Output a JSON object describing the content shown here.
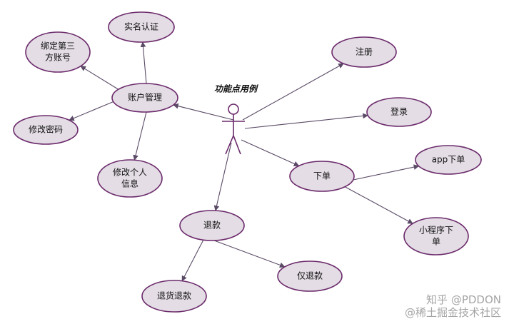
{
  "colors": {
    "node_fill": "#e4dde5",
    "node_stroke": "#6b2a6b",
    "arrow": "#5a4a66",
    "actor": "#6b2a6b"
  },
  "title": "功能点用例",
  "nodes": [
    {
      "id": "shiming",
      "lines": [
        "实名认证"
      ]
    },
    {
      "id": "bangding",
      "lines": [
        "绑定第三",
        "方账号"
      ]
    },
    {
      "id": "zhanghu",
      "lines": [
        "账户管理"
      ]
    },
    {
      "id": "mima",
      "lines": [
        "修改密码"
      ]
    },
    {
      "id": "geren",
      "lines": [
        "修改个人",
        "信息"
      ]
    },
    {
      "id": "zhuce",
      "lines": [
        "注册"
      ]
    },
    {
      "id": "denglu",
      "lines": [
        "登录"
      ]
    },
    {
      "id": "xiadan",
      "lines": [
        "下单"
      ]
    },
    {
      "id": "appxiadan",
      "lines": [
        "app下单"
      ]
    },
    {
      "id": "xcxxiadan",
      "lines": [
        "小程序下",
        "单"
      ]
    },
    {
      "id": "tuikuan",
      "lines": [
        "退款"
      ]
    },
    {
      "id": "tuihuo",
      "lines": [
        "退货退款"
      ]
    },
    {
      "id": "jintui",
      "lines": [
        "仅退款"
      ]
    }
  ],
  "watermark": {
    "line1": "知乎 @PDDON",
    "line2": "@稀土掘金技术社区"
  }
}
